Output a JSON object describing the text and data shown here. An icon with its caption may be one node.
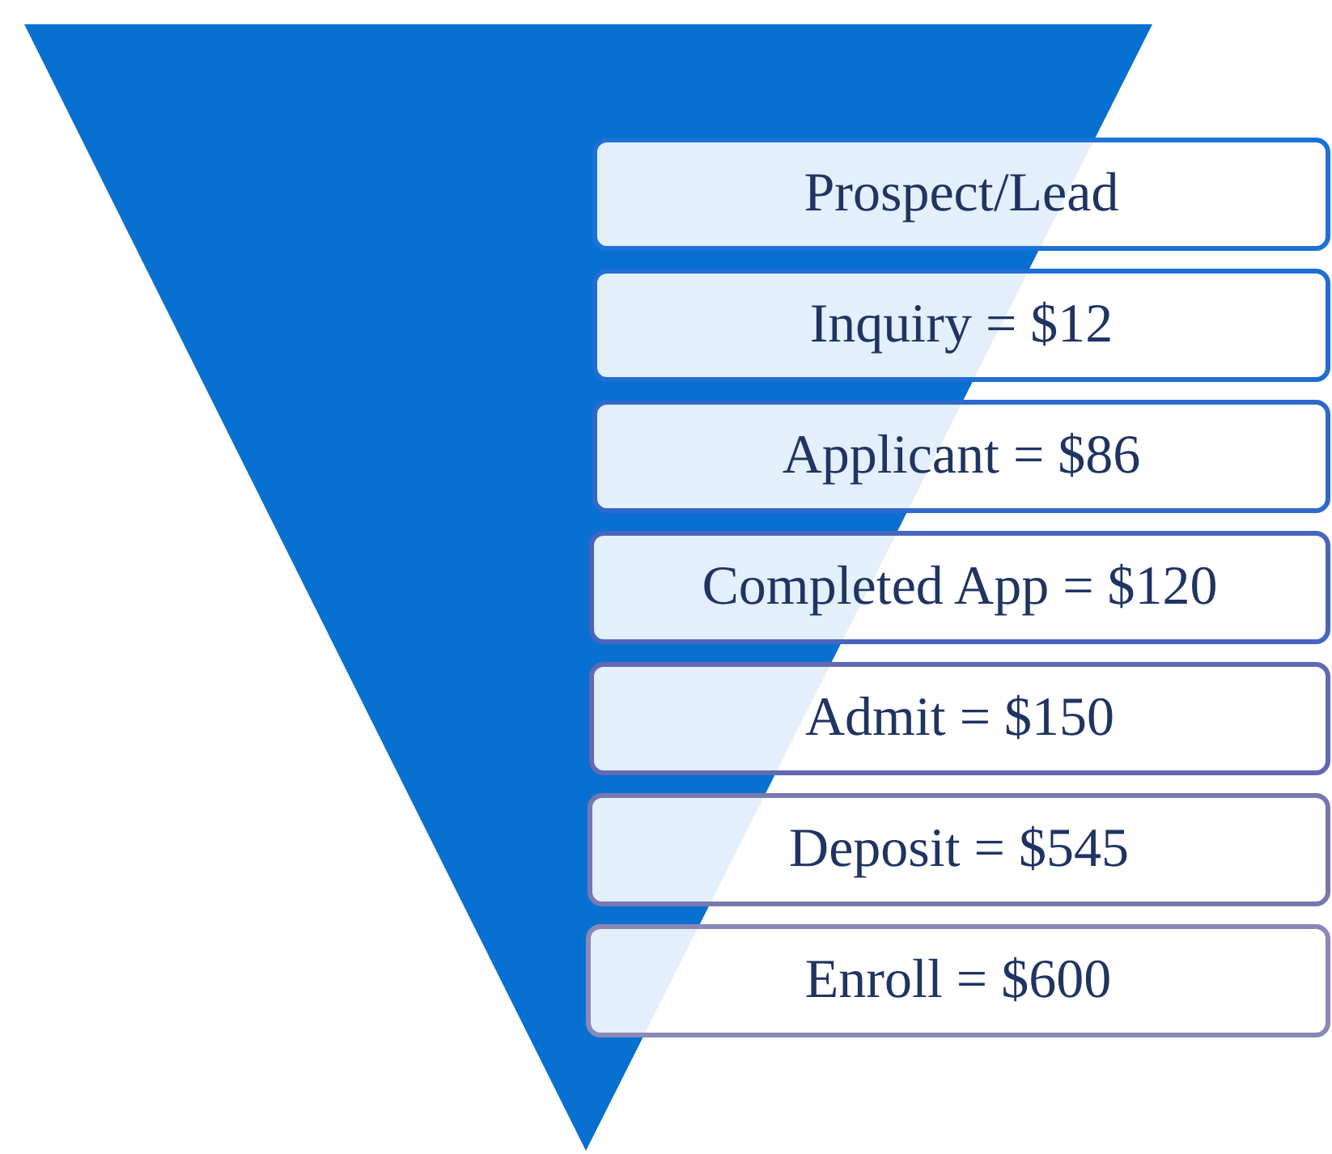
{
  "diagram": {
    "nodes": [
      {
        "text": [
          "Prospect/Lead"
        ]
      },
      {
        "text": [
          "Inquiry = $12"
        ]
      },
      {
        "text": [
          "Applicant = $86"
        ]
      },
      {
        "text": [
          "Completed App = $120"
        ]
      },
      {
        "text": [
          "Admit = $150"
        ]
      },
      {
        "text": [
          "Deposit = $545"
        ]
      },
      {
        "text": [
          "Enroll = $600"
        ]
      }
    ]
  }
}
